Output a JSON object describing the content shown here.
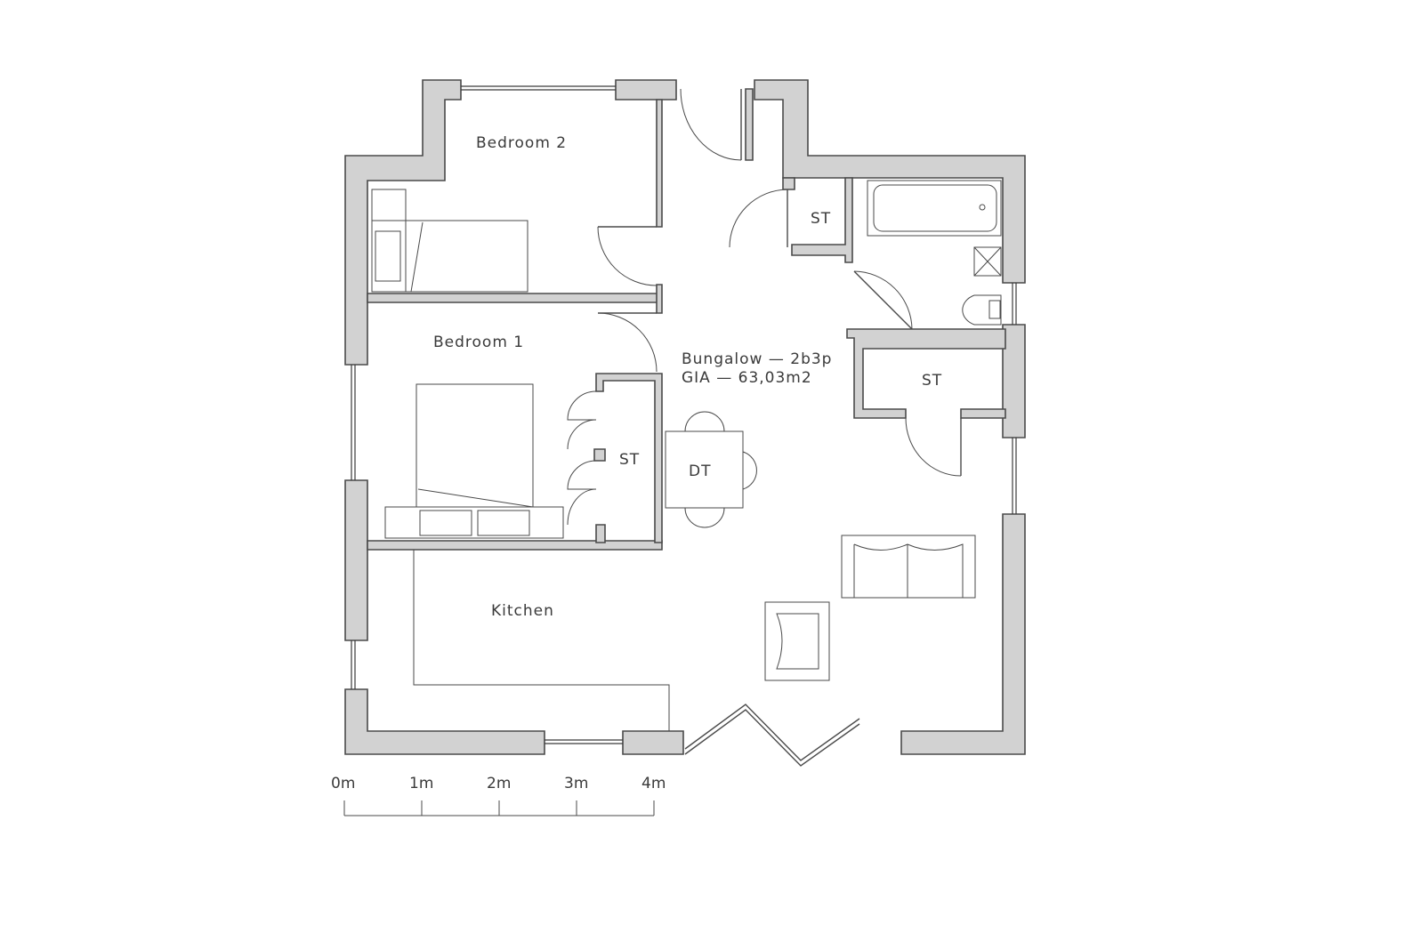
{
  "rooms": {
    "bedroom2": "Bedroom  2",
    "bedroom1": "Bedroom  1",
    "kitchen": "Kitchen",
    "store_hall": "ST",
    "store_bed1": "ST",
    "store_east": "ST",
    "dining_table": "DT"
  },
  "summary": {
    "line1": "Bungalow — 2b3p",
    "line2": "GIA — 63,03m2"
  },
  "scale_bar": {
    "labels": [
      "0m",
      "1m",
      "2m",
      "3m",
      "4m"
    ]
  }
}
